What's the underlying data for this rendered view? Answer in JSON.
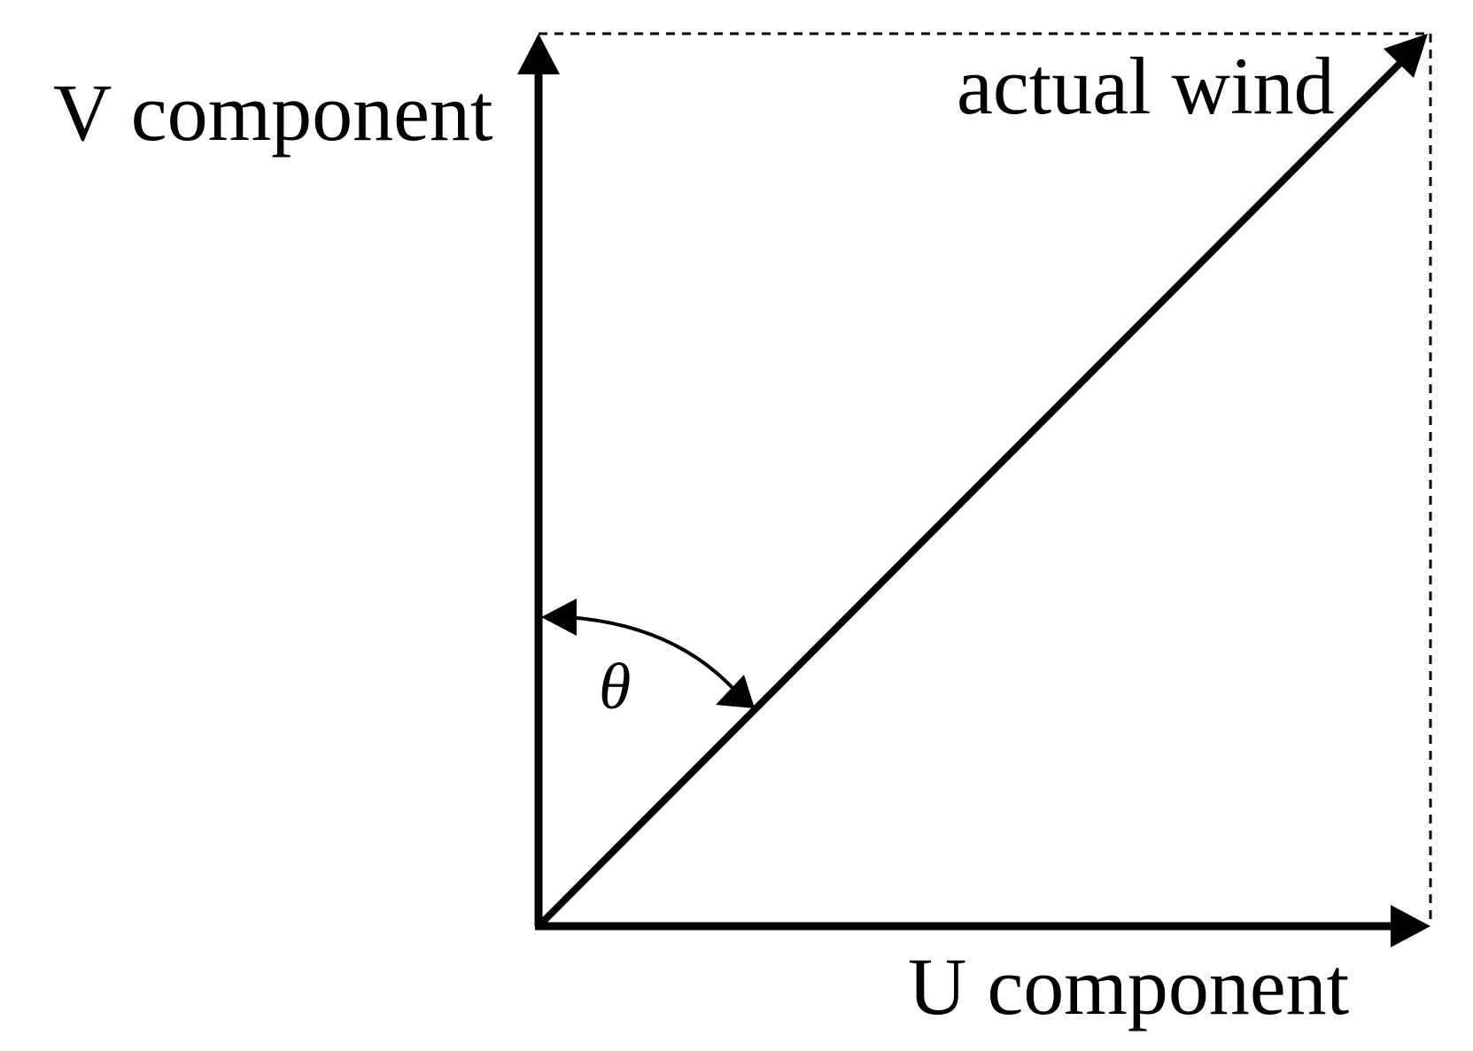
{
  "diagram": {
    "labels": {
      "v_component": "V component",
      "u_component": "U component",
      "actual_wind": "actual wind",
      "angle": "θ"
    },
    "colors": {
      "stroke": "#000000",
      "background": "#ffffff"
    }
  }
}
